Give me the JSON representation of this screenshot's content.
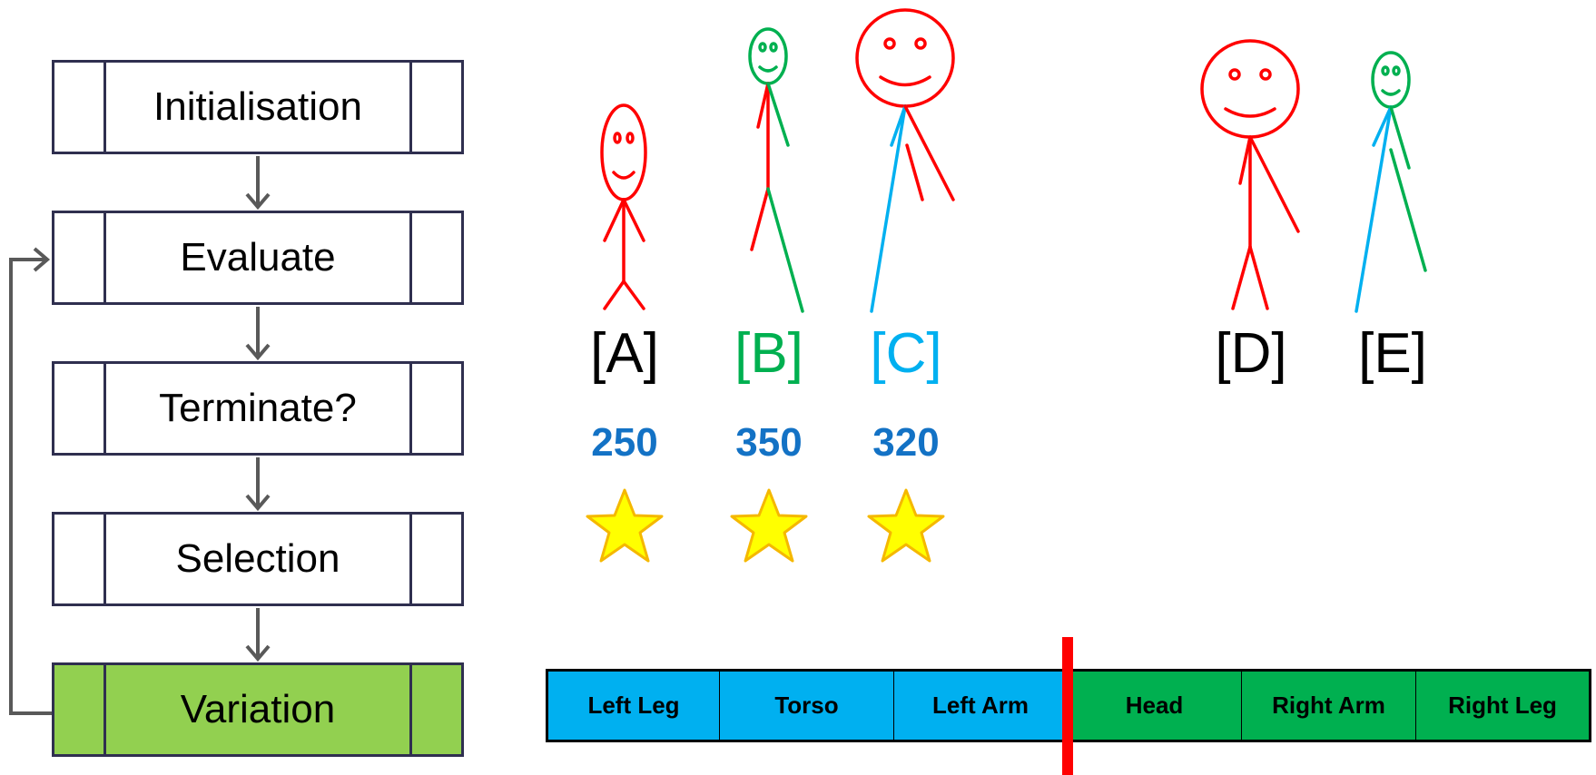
{
  "flowchart": {
    "steps": [
      {
        "label": "Initialisation"
      },
      {
        "label": "Evaluate"
      },
      {
        "label": "Terminate?"
      },
      {
        "label": "Selection"
      },
      {
        "label": "Variation"
      }
    ]
  },
  "individuals": [
    {
      "label": "[A]",
      "score": "250",
      "label_color": "#000000"
    },
    {
      "label": "[B]",
      "score": "350",
      "label_color": "#00b050"
    },
    {
      "label": "[C]",
      "score": "320",
      "label_color": "#00b0f0"
    },
    {
      "label": "[D]",
      "label_color": "#000000"
    },
    {
      "label": "[E]",
      "label_color": "#000000"
    }
  ],
  "chromosome": {
    "cells": [
      {
        "label": "Left Leg",
        "color": "#00b0f0"
      },
      {
        "label": "Torso",
        "color": "#00b0f0"
      },
      {
        "label": "Left Arm",
        "color": "#00b0f0"
      },
      {
        "label": "Head",
        "color": "#00b050"
      },
      {
        "label": "Right Arm",
        "color": "#00b050"
      },
      {
        "label": "Right Leg",
        "color": "#00b050"
      }
    ],
    "crossover_marker_color": "#ff0000"
  },
  "colors": {
    "red": "#ff0000",
    "green": "#00b050",
    "blue": "#00b0f0",
    "star_fill": "#ffff00",
    "star_stroke": "#f5b800",
    "arrow": "#595959",
    "variation_fill": "#92d050"
  }
}
